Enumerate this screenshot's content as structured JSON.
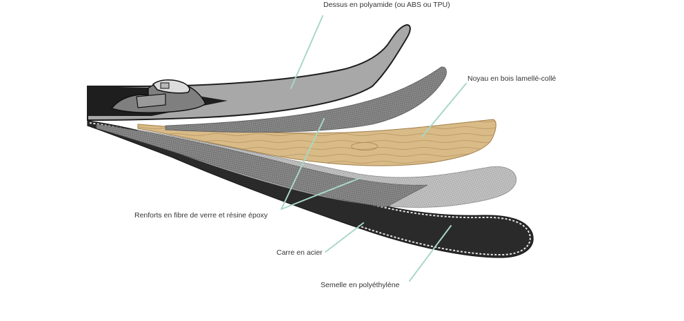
{
  "labels": {
    "top": "Dessus en polyamide (ou ABS ou TPU)",
    "core": "Noyau en bois lamellé-collé",
    "fiberglass": "Renforts en fibre de verre et résine époxy",
    "edge": "Carre en acier",
    "base": "Semelle en polyéthylène"
  },
  "colors": {
    "leader": "#a8d8c4",
    "top": "#a7a7a7",
    "wood": "#d9bb88",
    "mesh_dark": "#8d8d8d",
    "mesh_light": "#c6c6c6",
    "base": "#2b2b2b",
    "outline": "#1a1a1a"
  }
}
